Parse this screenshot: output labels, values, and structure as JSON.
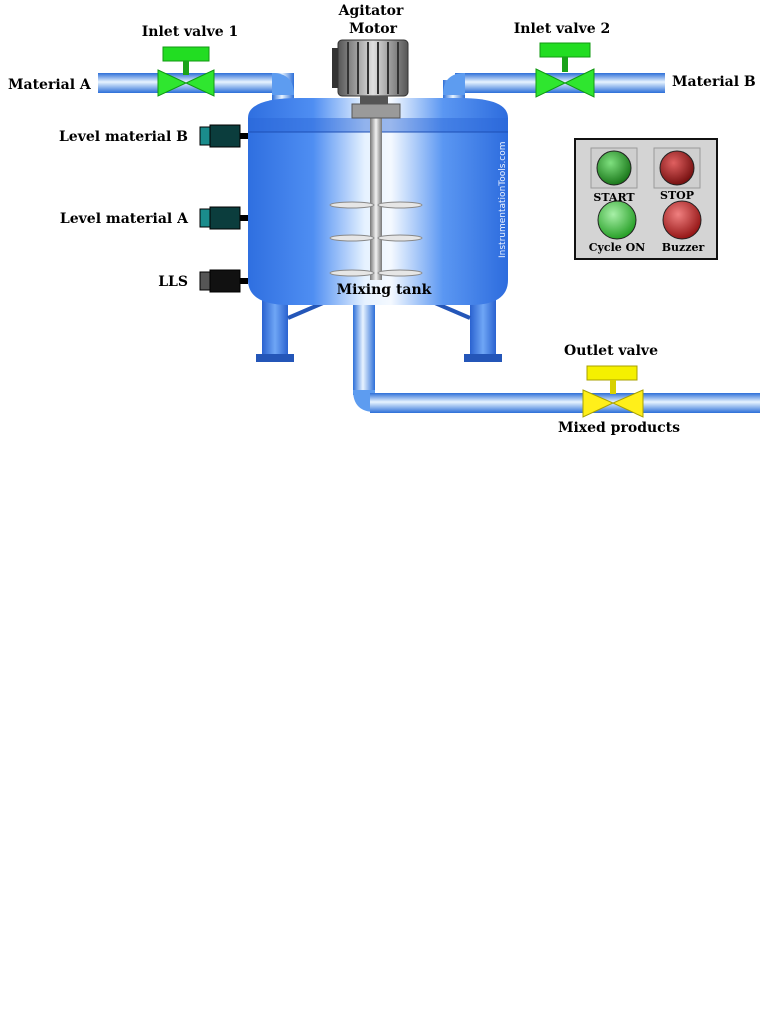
{
  "labels": {
    "material_a": "Material A",
    "material_b": "Material B",
    "inlet_valve_1": "Inlet valve 1",
    "inlet_valve_2": "Inlet valve 2",
    "agitator_line1": "Agitator",
    "agitator_line2": "Motor",
    "level_material_b": "Level material B",
    "level_material_a": "Level material A",
    "lls": "LLS",
    "mixing_tank": "Mixing tank",
    "outlet_valve": "Outlet valve",
    "mixed_products": "Mixed products",
    "watermark": "InstrumentationTools.com"
  },
  "panel": {
    "start": "START",
    "stop": "STOP",
    "cycle_on": "Cycle ON",
    "buzzer": "Buzzer"
  },
  "colors": {
    "inlet_valve": "#22dd22",
    "outlet_valve": "#f5f000",
    "tank": "#3a7ef0",
    "pipe": "#3d8be8",
    "start_button": "#1c9a1c",
    "stop_button": "#b01010",
    "cycle_on_button": "#2fbf2f",
    "buzzer_button": "#c81818"
  }
}
